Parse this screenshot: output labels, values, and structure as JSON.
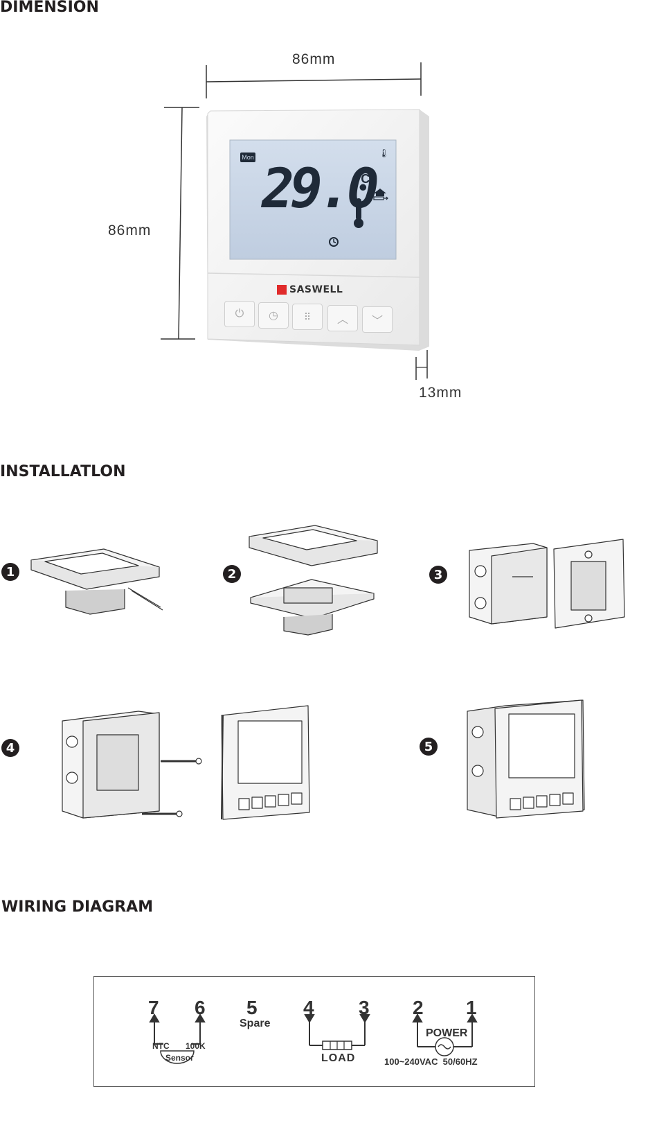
{
  "sections": {
    "dimension_title": "DIMENSION",
    "installation_title": "INSTALLATLON",
    "wiring_title": "WIRING DIAGRAM"
  },
  "dimension": {
    "width_label": "86mm",
    "height_label": "86mm",
    "depth_label": "13mm"
  },
  "thermostat": {
    "day": "Mon",
    "temperature": "29.0",
    "unit": "°C",
    "brand": "SASWELL",
    "buttons": [
      "power",
      "clock",
      "menu",
      "up",
      "down"
    ]
  },
  "installation": {
    "steps": [
      "1",
      "2",
      "3",
      "4",
      "5"
    ]
  },
  "wiring": {
    "terminals": [
      "7",
      "6",
      "5",
      "4",
      "3",
      "2",
      "1"
    ],
    "spare_label": "Spare",
    "ntc_label": "NTC",
    "k_label": "100K",
    "sensor_label": "Sensor",
    "load_label": "LOAD",
    "power_label": "POWER",
    "voltage_label": "100~240VAC  50/60HZ"
  },
  "colors": {
    "ink": "#231f20",
    "lcd_bg": "#c9d6e6",
    "lcd_text": "#1f2a38",
    "brand_red": "#e02a2a"
  }
}
